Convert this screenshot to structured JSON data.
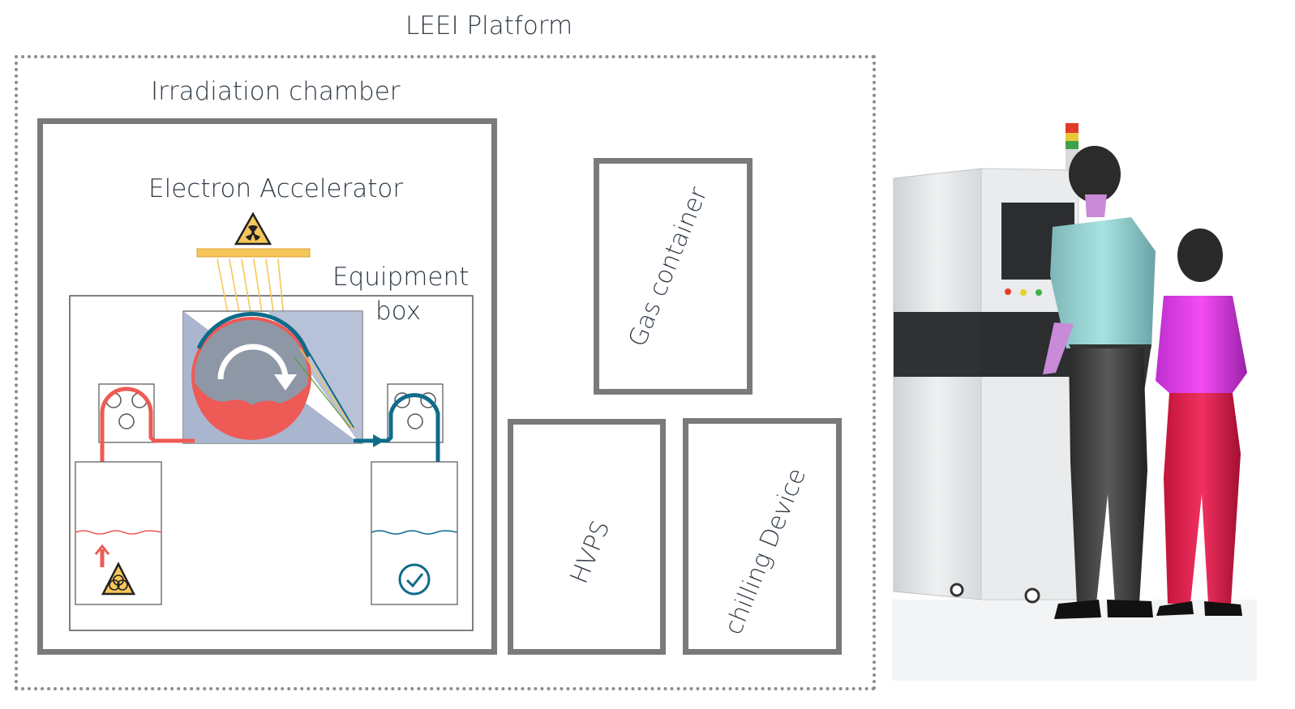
{
  "platform": {
    "title": "LEEI Platform"
  },
  "chamber": {
    "title": "Irradiation chamber",
    "accelerator_label": "Electron Accelerator",
    "equipment_box_label_line1": "Equipment",
    "equipment_box_label_line2": "box"
  },
  "components": {
    "gas_container": "Gas container",
    "hvps": "HVPS",
    "chilling_device": "chilling Device"
  },
  "colors": {
    "feed_red": "#ee5a55",
    "output_teal": "#0f6b8a",
    "beam_yellow": "#f5c65a",
    "drum_grey": "#8e97a6",
    "wedge_blue": "#aab6d0",
    "border_grey": "#7a7a7a"
  },
  "icons": {
    "radiation": "radiation-warning-icon",
    "biohazard": "biohazard-warning-icon",
    "check": "checkmark-circle-icon",
    "rotation": "rotation-arrow-icon"
  }
}
